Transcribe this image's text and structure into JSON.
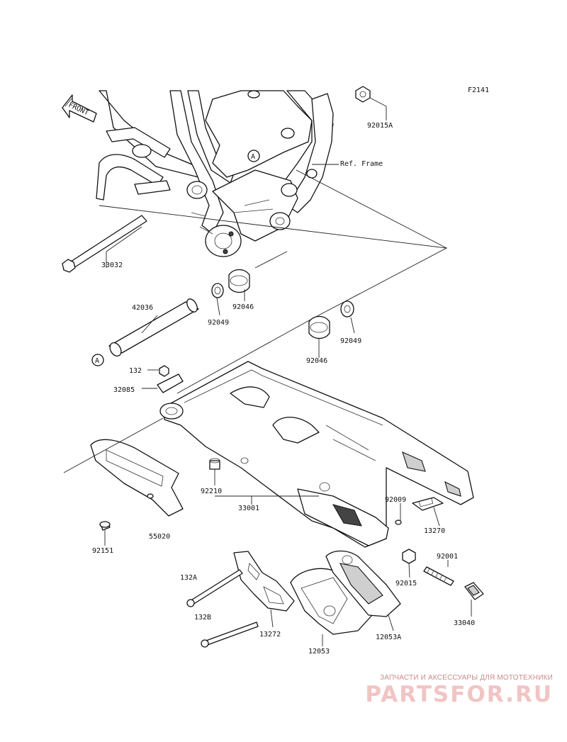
{
  "figure_code": "F2141",
  "front_label": "FRONT",
  "ref_frame": "Ref. Frame",
  "marker_a": "A",
  "parts": {
    "p92015A": "92015A",
    "p33032": "33032",
    "p92046_upper": "92046",
    "p92049_left": "92049",
    "p42036": "42036",
    "p92046_lower": "92046",
    "p92049_right": "92049",
    "p132": "132",
    "p32085": "32085",
    "p92210": "92210",
    "p33001": "33001",
    "p92009": "92009",
    "p13270": "13270",
    "p92151": "92151",
    "p55020": "55020",
    "p92001": "92001",
    "p92015": "92015",
    "p132A": "132A",
    "p132B": "132B",
    "p13272": "13272",
    "p12053": "12053",
    "p12053A": "12053A",
    "p33040": "33040"
  },
  "watermark": {
    "subtitle": "ЗАПЧАСТИ И АКСЕССУАРЫ ДЛЯ МОТОТЕХНИКИ",
    "logo": "PARTSFOR.RU"
  }
}
